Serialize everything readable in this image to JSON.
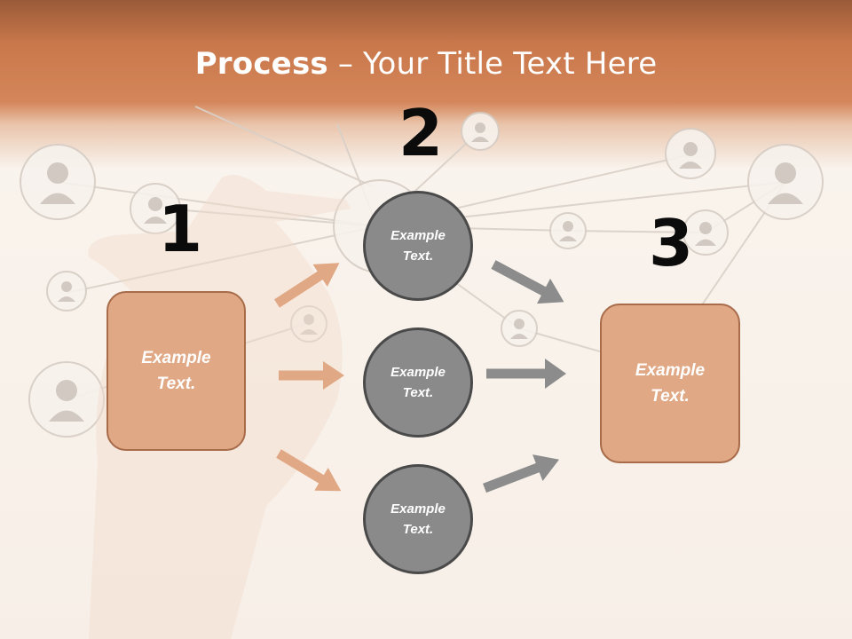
{
  "title": {
    "bold": "Process",
    "rest": " – Your Title Text Here"
  },
  "steps": [
    {
      "number": "1"
    },
    {
      "number": "2"
    },
    {
      "number": "3"
    }
  ],
  "left_box": {
    "text": "Example Text."
  },
  "right_box": {
    "text": "Example Text."
  },
  "circles": [
    {
      "text": "Example Text."
    },
    {
      "text": "Example Text."
    },
    {
      "text": "Example Text."
    }
  ],
  "colors": {
    "header": "#d4865a",
    "box_fill": "#e0a884",
    "box_border": "#a86c4b",
    "circle_fill": "#8a8a8a",
    "circle_border": "#4a4a4a",
    "arrow_orange": "#e0a884",
    "arrow_gray": "#8c8c8c"
  },
  "icons": [
    "person-icon",
    "arrow-icon"
  ]
}
